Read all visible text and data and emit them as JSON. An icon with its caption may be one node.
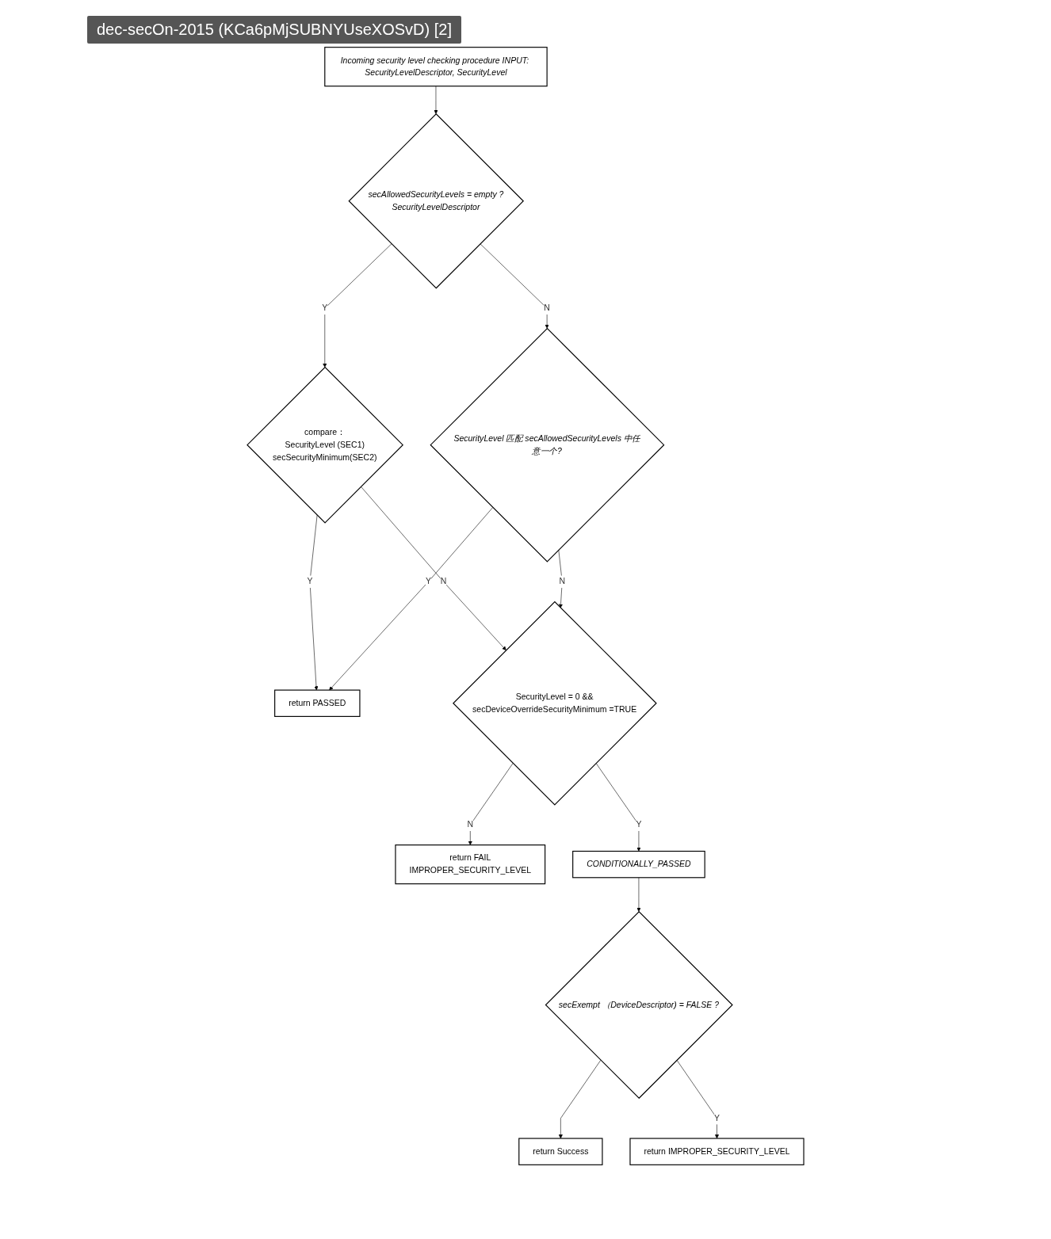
{
  "diagram": {
    "nodes": [
      {
        "text": [
          "Incoming security level checking procedure INPUT: SecurityLevelDescriptor, SecurityLevel"
        ]
      },
      {
        "text": [
          "secAllowedSecurityLevels = empty ?",
          "SecurityLevelDescriptor"
        ]
      },
      {
        "text": [
          "compare：",
          "SecurityLevel (SEC1)",
          "secSecurityMinimum(SEC2)"
        ]
      },
      {
        "text": [
          "SecurityLevel 匹配 secAllowedSecurityLevels 中任意一个?"
        ]
      },
      {
        "text": [
          "return PASSED"
        ]
      },
      {
        "text": [
          "SecurityLevel = 0 &&",
          "secDeviceOverrideSecurityMinimum =TRUE"
        ]
      },
      {
        "text": [
          "return FAIL",
          "IMPROPER_SECURITY_LEVEL"
        ]
      },
      {
        "text": [
          "CONDITIONALLY_PASSED"
        ]
      },
      {
        "text": [
          "secExempt （DeviceDescriptor) = FALSE ?"
        ]
      },
      {
        "text": [
          "return Success"
        ]
      },
      {
        "text": [
          "return IMPROPER_SECURITY_LEVEL"
        ]
      }
    ],
    "edges": [
      {
        "from": 0,
        "to": 1,
        "arrow": "to"
      },
      {
        "from": 1,
        "to": 2,
        "arrow": "to",
        "label": "Y"
      },
      {
        "from": 1,
        "to": 3,
        "arrow": "to",
        "label": "N"
      },
      {
        "from": 2,
        "to": 4,
        "arrow": "to",
        "label": "Y"
      },
      {
        "from": 3,
        "to": 4,
        "arrow": "to",
        "label": "Y"
      },
      {
        "from": 2,
        "to": 5,
        "arrow": "to",
        "label": "N"
      },
      {
        "from": 3,
        "to": 5,
        "arrow": "to",
        "label": "N"
      },
      {
        "from": 5,
        "to": 6,
        "arrow": "to",
        "label": "N"
      },
      {
        "from": 5,
        "to": 7,
        "arrow": "to",
        "label": "Y"
      },
      {
        "from": 7,
        "to": 8,
        "arrow": "to"
      },
      {
        "from": 8,
        "to": 9,
        "arrow": "to"
      },
      {
        "from": 8,
        "to": 10,
        "arrow": "to",
        "label": "Y"
      }
    ],
    "labels": [
      "dec-secOn-2015 (KCa6pMjSUBNYUseXOSvD) [2]"
    ]
  }
}
